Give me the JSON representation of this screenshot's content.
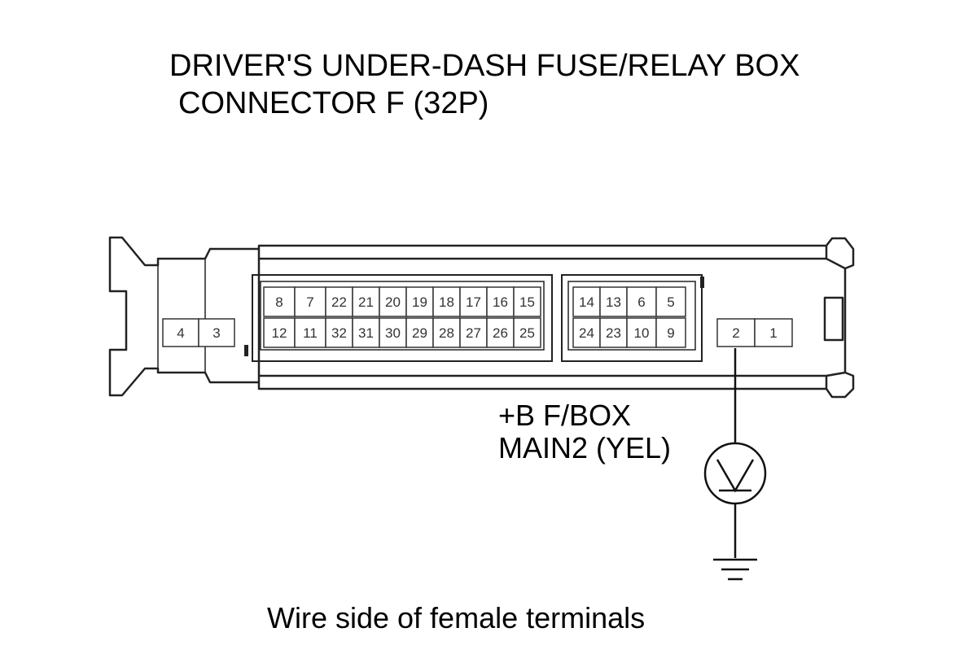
{
  "title": {
    "line1": "DRIVER'S UNDER-DASH FUSE/RELAY BOX",
    "line2": "CONNECTOR F (32P)"
  },
  "connector": {
    "left_pins": [
      "4",
      "3"
    ],
    "main_top_pins": [
      "8",
      "7",
      "22",
      "21",
      "20",
      "19",
      "18",
      "17",
      "16",
      "15"
    ],
    "main_bottom_pins": [
      "12",
      "11",
      "32",
      "31",
      "30",
      "29",
      "28",
      "27",
      "26",
      "25"
    ],
    "right_top_pins": [
      "14",
      "13",
      "6",
      "5"
    ],
    "right_bottom_pins": [
      "24",
      "23",
      "10",
      "9"
    ],
    "end_pins": [
      "2",
      "1"
    ]
  },
  "measurement": {
    "terminal_label_line1": "+B F/BOX",
    "terminal_label_line2": "MAIN2 (YEL)",
    "meter_icon": "voltmeter-icon",
    "ground_icon": "ground-icon"
  },
  "caption": "Wire side of female terminals"
}
